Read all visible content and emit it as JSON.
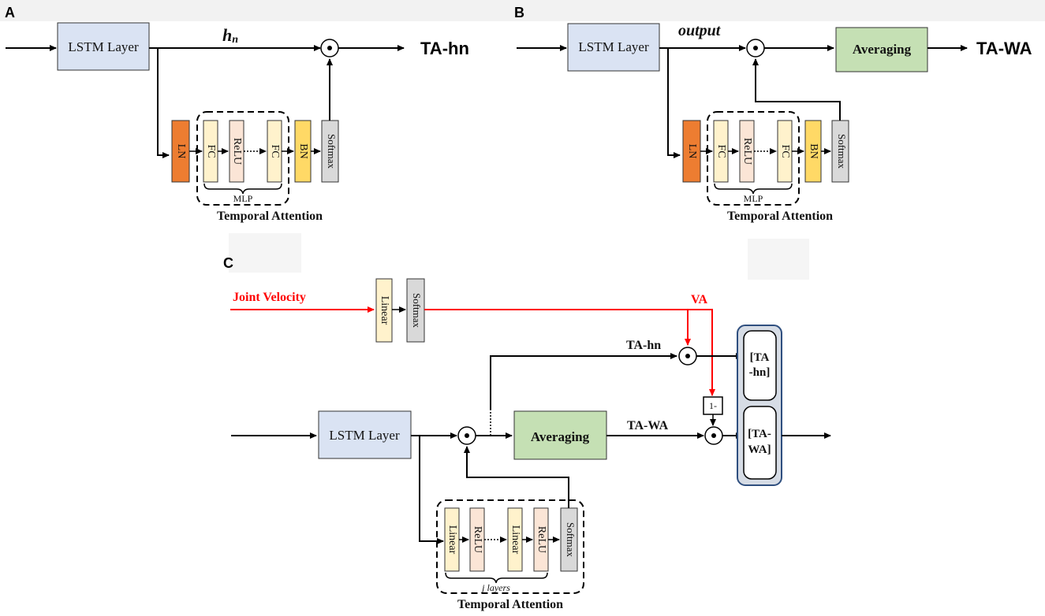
{
  "colors": {
    "lstm": "#dae3f3",
    "ln": "#ed7d31",
    "fc": "#fff2cc",
    "relu": "#fbe5d6",
    "bn": "#ffd966",
    "softmax": "#d9d9d9",
    "averaging": "#c5e0b4",
    "output_container": "#d6dce5",
    "velocity_line": "#ff0000"
  },
  "panel_a": {
    "label": "A",
    "lstm": "LSTM Layer",
    "signal": "h",
    "signal_sub": "n",
    "output": "TA-hn",
    "ln": "LN",
    "fc1": "FC",
    "relu": "ReLU",
    "fc2": "FC",
    "bn": "BN",
    "softmax": "Softmax",
    "mlp": "MLP",
    "attention": "Temporal Attention",
    "dot": "•"
  },
  "panel_b": {
    "label": "B",
    "lstm": "LSTM Layer",
    "signal": "output",
    "averaging": "Averaging",
    "output": "TA-WA",
    "ln": "LN",
    "fc1": "FC",
    "relu": "ReLU",
    "fc2": "FC",
    "bn": "BN",
    "softmax": "Softmax",
    "mlp": "MLP",
    "attention": "Temporal Attention",
    "dot": "•"
  },
  "panel_c": {
    "label": "C",
    "joint_velocity": "Joint Velocity",
    "linear_v": "Linear",
    "softmax_v": "Softmax",
    "va": "VA",
    "ta_hn_label": "TA-hn",
    "ta_wa_label": "TA-WA",
    "lstm": "LSTM Layer",
    "averaging": "Averaging",
    "one_minus": "1-",
    "out_top_1": "[TA",
    "out_top_2": "-hn]",
    "out_bottom_1": "[TA-",
    "out_bottom_2": "WA]",
    "linear1": "Linear",
    "relu1": "ReLU",
    "linear2": "Linear",
    "relu2": "ReLU",
    "softmax": "Softmax",
    "j_layers": "j layers",
    "attention": "Temporal Attention",
    "dot": "•"
  }
}
